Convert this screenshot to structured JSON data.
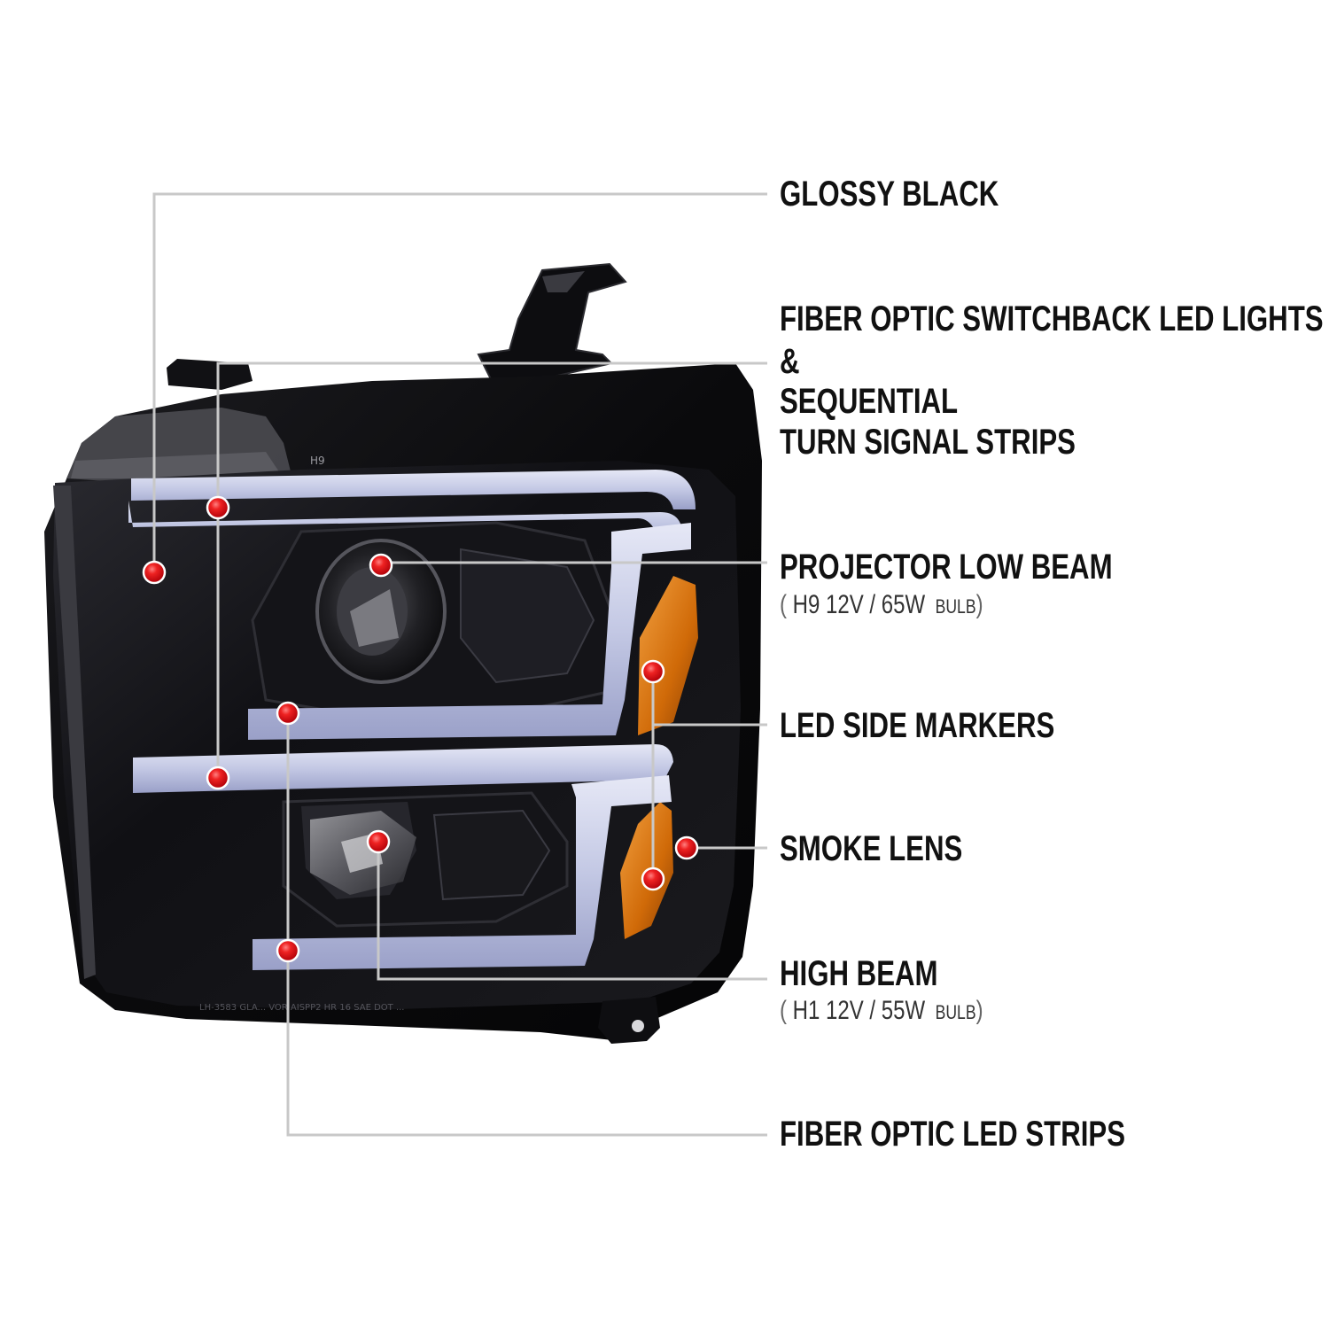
{
  "colors": {
    "leader_line": "#c8c8c8",
    "marker_red": "#e4141c",
    "housing": "#0c0c0e",
    "led_strip": "#c9cde6",
    "amber": "#e07b12"
  },
  "callouts": {
    "glossy_black": {
      "label": "GLOSSY BLACK"
    },
    "fiber_switchback": {
      "line1": "FIBER OPTIC SWITCHBACK LED LIGHTS",
      "line2": "&",
      "line3": "SEQUENTIAL",
      "line4": "TURN SIGNAL STRIPS"
    },
    "projector_low_beam": {
      "label": "PROJECTOR LOW BEAM",
      "bulb_type": "H9",
      "bulb_spec": "12V / 65W",
      "bulb_word": "BULB"
    },
    "led_side_markers": {
      "label": "LED SIDE MARKERS"
    },
    "smoke_lens": {
      "label": "SMOKE LENS"
    },
    "high_beam": {
      "label": "HIGH BEAM",
      "bulb_type": "H1",
      "bulb_spec": "12V / 55W",
      "bulb_word": "BULB"
    },
    "fiber_led_strips": {
      "label": "FIBER OPTIC LED STRIPS"
    }
  },
  "imprints": {
    "bulb_mark": "H9",
    "lens_code": "LH-3583 GLA... VOR AISPP2 HR 16 SAE DOT ..."
  },
  "paren_open": "(",
  "paren_close": ")"
}
